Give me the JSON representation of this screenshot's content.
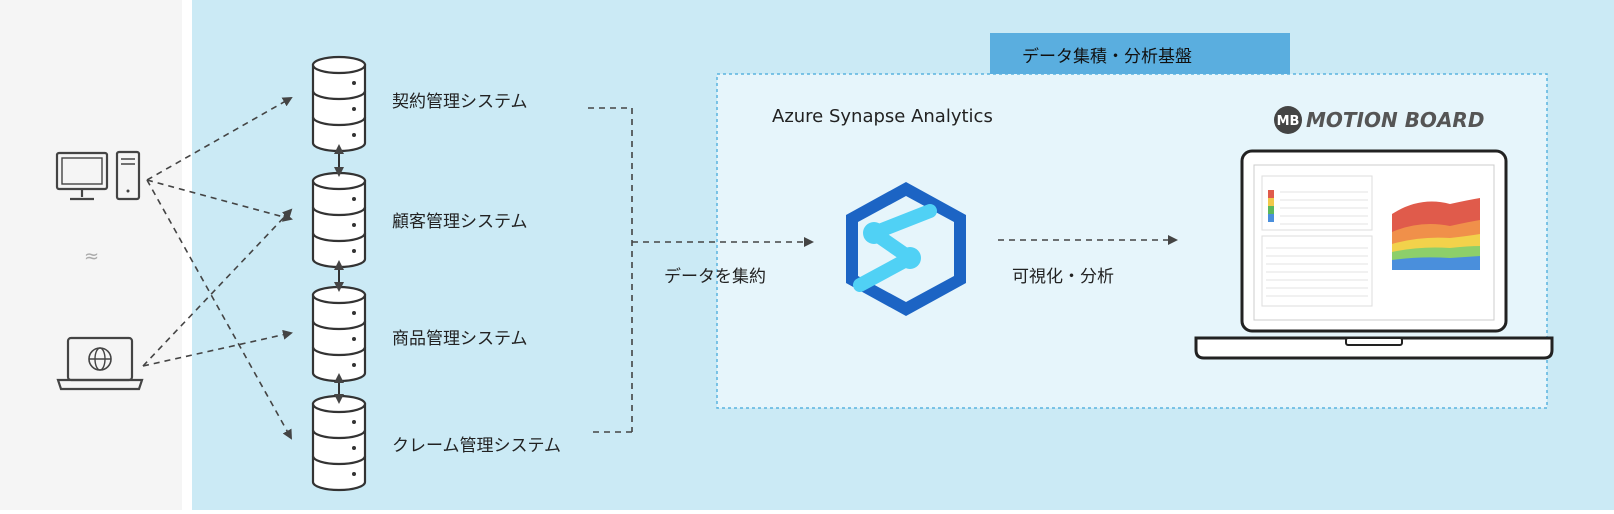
{
  "systems": [
    {
      "label": "契約管理システム"
    },
    {
      "label": "顧客管理システム"
    },
    {
      "label": "商品管理システム"
    },
    {
      "label": "クレーム管理システム"
    }
  ],
  "aggregate_label": "データを集約",
  "platform": {
    "title": "データ集積・分析基盤",
    "synapse_label": "Azure Synapse Analytics",
    "visualize_label": "可視化・分析",
    "motionboard_logo_text": "MOTION BOARD",
    "motionboard_badge": "MB"
  },
  "colors": {
    "left_panel": "#f5f5f5",
    "main_bg": "#cbeaf5",
    "platform_box": "#e6f5fb",
    "title_tag": "#5aaedf",
    "synapse_dark": "#1c64c4",
    "synapse_light": "#50d1f5"
  },
  "icons": [
    "desktop-computer-icon",
    "laptop-globe-icon",
    "database-icon",
    "synapse-icon",
    "motionboard-laptop-icon"
  ]
}
